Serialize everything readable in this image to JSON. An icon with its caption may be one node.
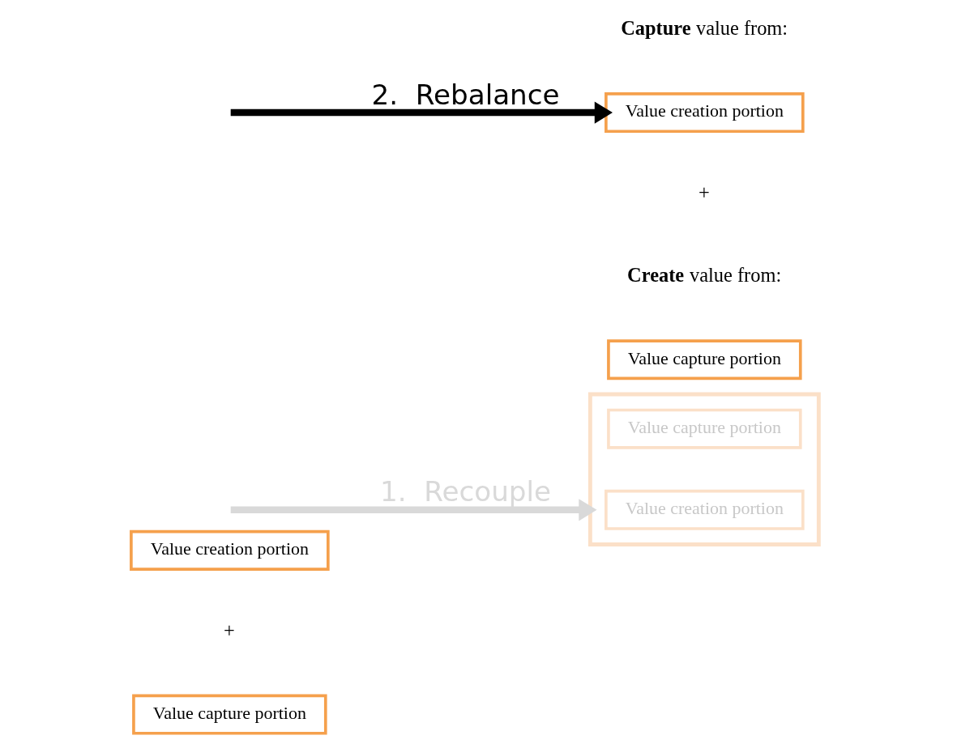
{
  "diagram": {
    "nodes": [
      {
        "text": [
          "Value creation portion"
        ]
      },
      {
        "text": [
          "Value capture portion"
        ]
      },
      {
        "text": [],
        "shape": "box"
      },
      {
        "text": [
          "Value creation portion"
        ],
        "in": 2
      },
      {
        "text": [
          "Value capture portion"
        ],
        "in": 2
      },
      {
        "text": [
          "Value creation portion"
        ]
      },
      {
        "text": [
          "Value capture portion"
        ]
      }
    ],
    "edges": [
      {
        "from": null,
        "to": 2,
        "arrow": "to",
        "label": "1.  Recouple",
        "color": "#d9d9d9"
      },
      {
        "from": null,
        "to": 5,
        "arrow": "to",
        "label": "2.  Rebalance",
        "color": "#000000"
      }
    ],
    "labels": [
      "+",
      "**Capture** value from:",
      "+",
      "**Create** value from:"
    ]
  }
}
